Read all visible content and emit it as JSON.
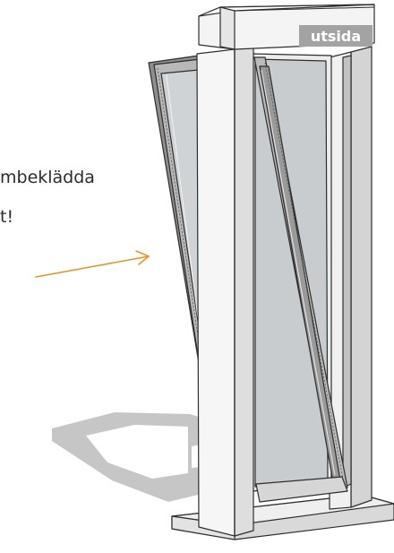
{
  "caption": {
    "line1": "mbeklädda",
    "line2": "t!"
  },
  "frame": {
    "side_label": "utsida"
  },
  "colors": {
    "arrow": "#e8902a",
    "label_box": "#a3a3a3",
    "label_text": "#ffffff",
    "frame_face": "#f4f4f4",
    "frame_side": "#dcdcdc",
    "glass": "#c9ccce",
    "shadow": "#bdbdbd",
    "outline": "#2e2e2e"
  }
}
